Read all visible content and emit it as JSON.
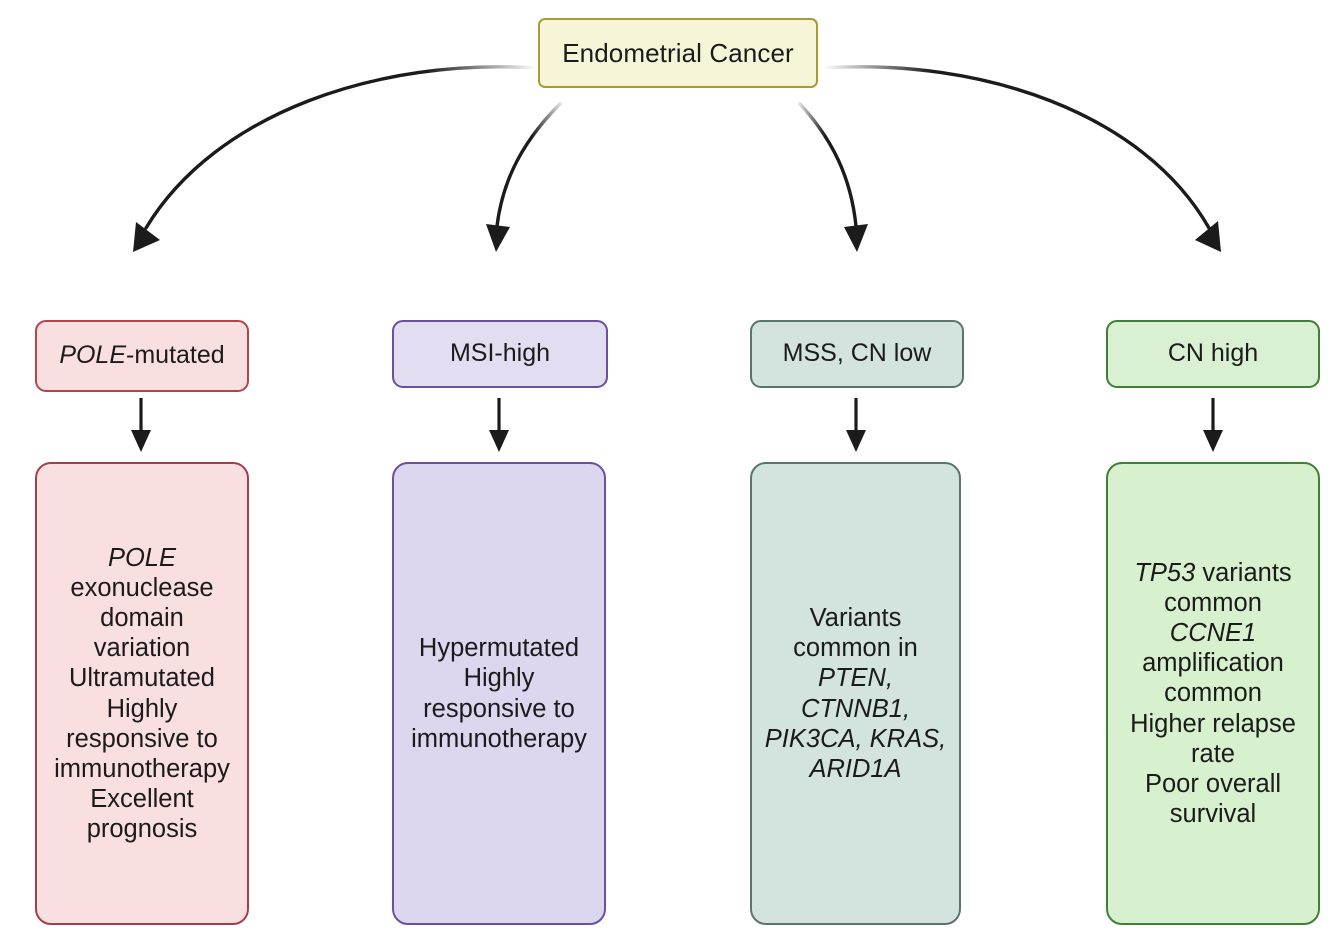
{
  "diagram": {
    "title_node": {
      "label": "Endometrial Cancer",
      "fill": "#f7f5d8",
      "border": "#a89a34"
    },
    "arrow_color": "#1b1b1b",
    "columns": [
      {
        "id": "pole",
        "header_gene": "POLE",
        "header_rest": "-mutated",
        "header_full": "POLE-mutated",
        "fill": "#fadfe1",
        "border": "#b3454f",
        "body_fill": "#fadfe1",
        "body_border": "#a33f4c",
        "body_lines": [
          {
            "text": "POLE",
            "italic": true
          },
          {
            "text": "exonuclease",
            "italic": false
          },
          {
            "text": "domain",
            "italic": false
          },
          {
            "text": "variation",
            "italic": false
          },
          {
            "text": "Ultramutated",
            "italic": false
          },
          {
            "text": "Highly",
            "italic": false
          },
          {
            "text": "responsive to",
            "italic": false
          },
          {
            "text": "immunotherapy",
            "italic": false
          },
          {
            "text": "Excellent",
            "italic": false
          },
          {
            "text": "prognosis",
            "italic": false
          }
        ]
      },
      {
        "id": "msi-high",
        "header_gene": "",
        "header_rest": "MSI-high",
        "header_full": "MSI-high",
        "fill": "#e3ddf2",
        "border": "#6b4fa0",
        "body_fill": "#dcd7ef",
        "body_border": "#6b4fa0",
        "body_lines": [
          {
            "text": "Hypermutated",
            "italic": false
          },
          {
            "text": "Highly",
            "italic": false
          },
          {
            "text": "responsive to",
            "italic": false
          },
          {
            "text": "immunotherapy",
            "italic": false
          }
        ]
      },
      {
        "id": "mss-cn-low",
        "header_gene": "",
        "header_rest": "MSS, CN low",
        "header_full": "MSS, CN low",
        "fill": "#d3e3de",
        "border": "#5c7470",
        "body_fill": "#d3e3de",
        "body_border": "#5c7470",
        "body_lines": [
          {
            "text": "Variants",
            "italic": false
          },
          {
            "text": "common in",
            "italic": false
          },
          {
            "text": "PTEN,",
            "italic": true
          },
          {
            "text": "CTNNB1,",
            "italic": true
          },
          {
            "text": "PIK3CA, KRAS,",
            "italic": true
          },
          {
            "text": "ARID1A",
            "italic": true
          }
        ]
      },
      {
        "id": "cn-high",
        "header_gene": "",
        "header_rest": "CN high",
        "header_full": "CN high",
        "fill": "#daf0d2",
        "border": "#3f7f36",
        "body_fill": "#d7f0cd",
        "body_border": "#3f7f36",
        "body_lines": [
          {
            "text": "TP53",
            "italic": true,
            "suffix": " variants"
          },
          {
            "text": "common",
            "italic": false
          },
          {
            "text": "CCNE1",
            "italic": true
          },
          {
            "text": "amplification",
            "italic": false
          },
          {
            "text": "common",
            "italic": false
          },
          {
            "text": "Higher relapse",
            "italic": false
          },
          {
            "text": "rate",
            "italic": false
          },
          {
            "text": "Poor overall",
            "italic": false
          },
          {
            "text": "survival",
            "italic": false
          }
        ]
      }
    ]
  }
}
